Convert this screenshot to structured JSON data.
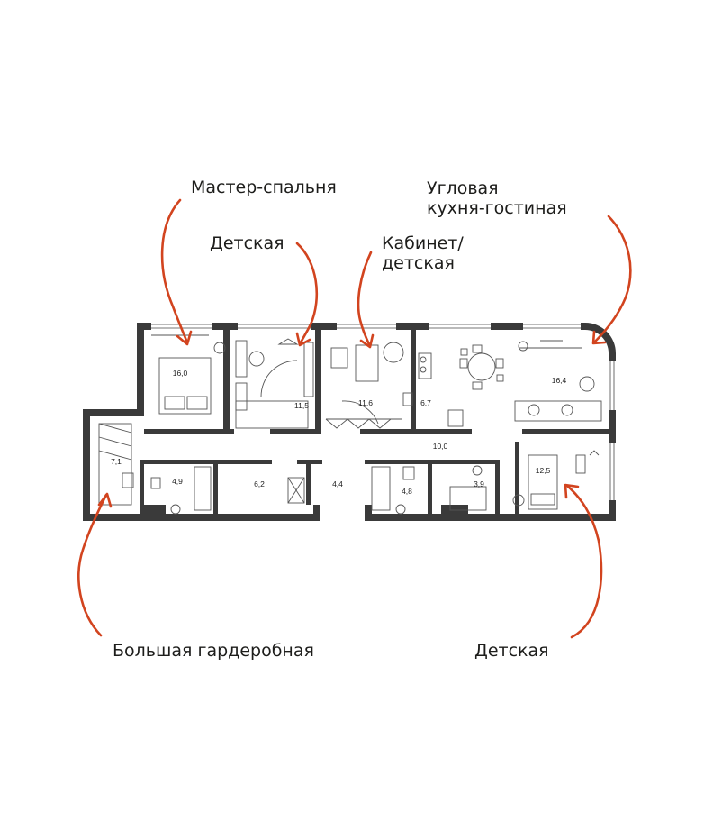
{
  "callouts": {
    "master_bedroom": "Мастер-спальня",
    "kids_room_top": "Детская",
    "study_line1": "Кабинет/",
    "study_line2": "детская",
    "kitchen_line1": "Угловая",
    "kitchen_line2": "кухня-гостиная",
    "wardrobe": "Большая гардеробная",
    "kids_room_bottom": "Детская"
  },
  "room_areas": {
    "master_bedroom": "16,0",
    "kids_room_top": "11,5",
    "study": "11,6",
    "small_kitchen": "6,7",
    "living_room": "16,4",
    "wardrobe": "7,1",
    "bathroom_left": "4,9",
    "laundry": "6,2",
    "corridor_entry": "4,4",
    "hall": "10,0",
    "bathroom_mid": "4,8",
    "bathroom_right": "3,9",
    "kids_room_bottom": "12,5"
  },
  "colors": {
    "arrow": "#d2441f",
    "wall": "#3a3a3a",
    "text": "#1d1d1b"
  }
}
